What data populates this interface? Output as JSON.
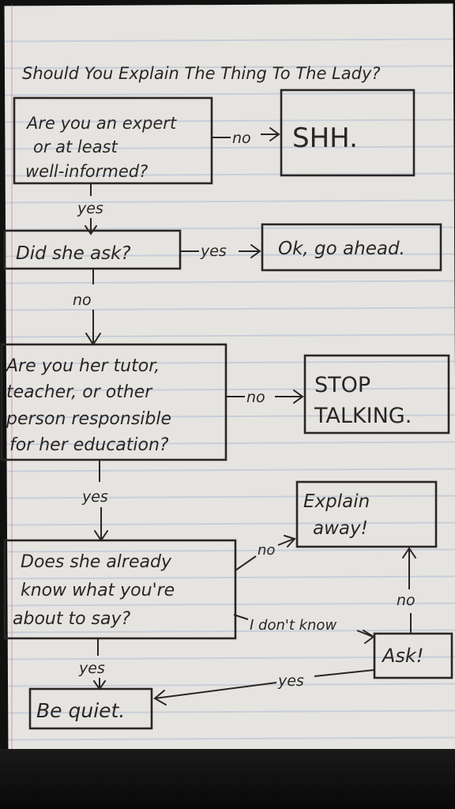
{
  "title": "Should You Explain The Thing To The Lady?",
  "nodes": {
    "expert": [
      "Are you an expert",
      "or at least",
      "well-informed?"
    ],
    "shh": [
      "SHH."
    ],
    "did_she_ask": [
      "Did she ask?"
    ],
    "ok_go_ahead": [
      "Ok, go ahead."
    ],
    "tutor": [
      "Are you her tutor,",
      "teacher, or other",
      "person responsible",
      "for her education?"
    ],
    "stop_talking": [
      "STOP",
      "TALKING."
    ],
    "explain_away": [
      "Explain",
      "away!"
    ],
    "already_know": [
      "Does she already",
      "know what you're",
      "about to say?"
    ],
    "ask": [
      "Ask!"
    ],
    "be_quiet": [
      "Be quiet."
    ]
  },
  "edges": {
    "expert_no": "no",
    "expert_yes": "yes",
    "ask_yes": "yes",
    "ask_no": "no",
    "tutor_no": "no",
    "tutor_yes": "yes",
    "know_no": "no",
    "know_idk": "I don't know",
    "know_yes": "yes",
    "ask_node_yes": "yes",
    "ask_node_no": "no"
  }
}
